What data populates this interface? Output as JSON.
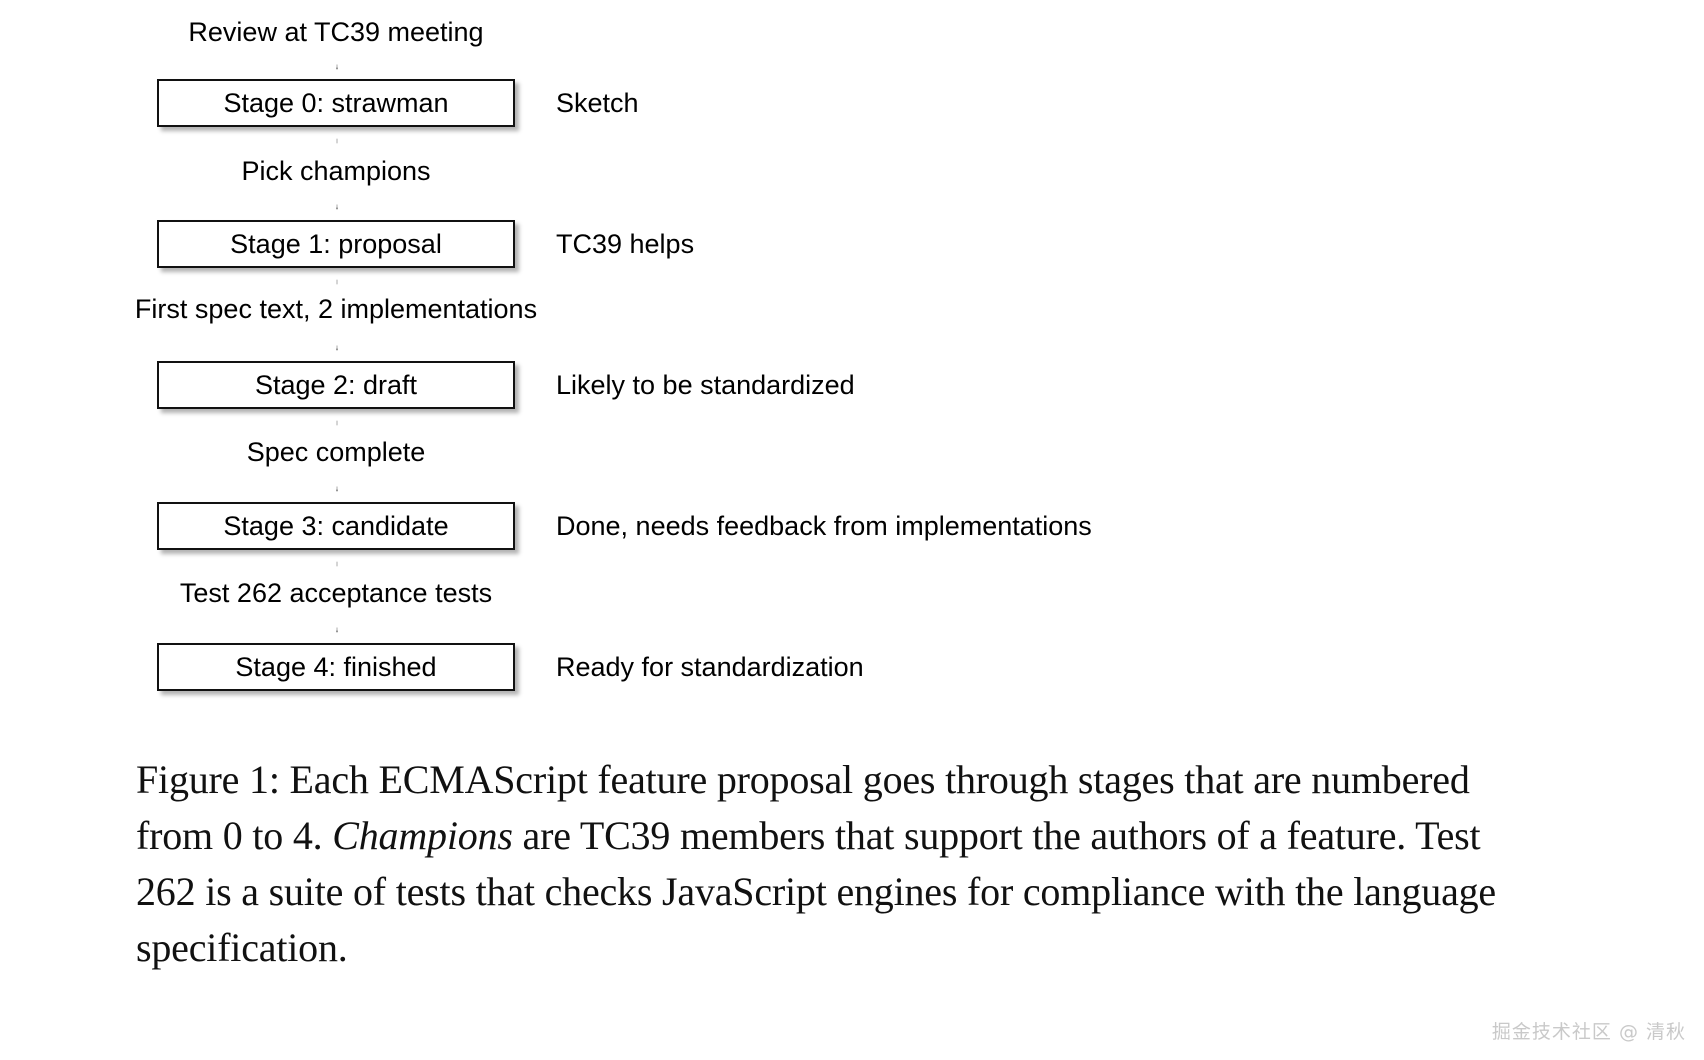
{
  "diagram": {
    "type": "flowchart",
    "orientation": "vertical",
    "entry_label": "Review at TC39 meeting",
    "stages": [
      {
        "box_label": "Stage 0: strawman",
        "note": "Sketch",
        "transition_to_next": "Pick champions"
      },
      {
        "box_label": "Stage 1: proposal",
        "note": "TC39 helps",
        "transition_to_next": "First spec text, 2 implementations"
      },
      {
        "box_label": "Stage 2: draft",
        "note": "Likely to be standardized",
        "transition_to_next": "Spec complete"
      },
      {
        "box_label": "Stage 3: candidate",
        "note": "Done, needs feedback from implementations",
        "transition_to_next": "Test 262 acceptance tests"
      },
      {
        "box_label": "Stage 4: finished",
        "note": "Ready for standardization",
        "transition_to_next": ""
      }
    ]
  },
  "caption": {
    "prefix": "Figure 1: Each ECMAScript feature proposal goes through stages that are numbered from 0 to 4. ",
    "italic_term": "Champions",
    "suffix": " are TC39 members that support the authors of a feature. Test 262 is a suite of tests that checks JavaScript engines for compliance with the language specification."
  },
  "watermark": {
    "text": "掘金技术社区 @ 清秋",
    "color": "#c9c9c9"
  },
  "colors": {
    "background": "#ffffff",
    "box_border": "#111111",
    "box_fill": "#ffffff",
    "text": "#000000",
    "shadow": "rgba(0,0,0,0.30)"
  }
}
